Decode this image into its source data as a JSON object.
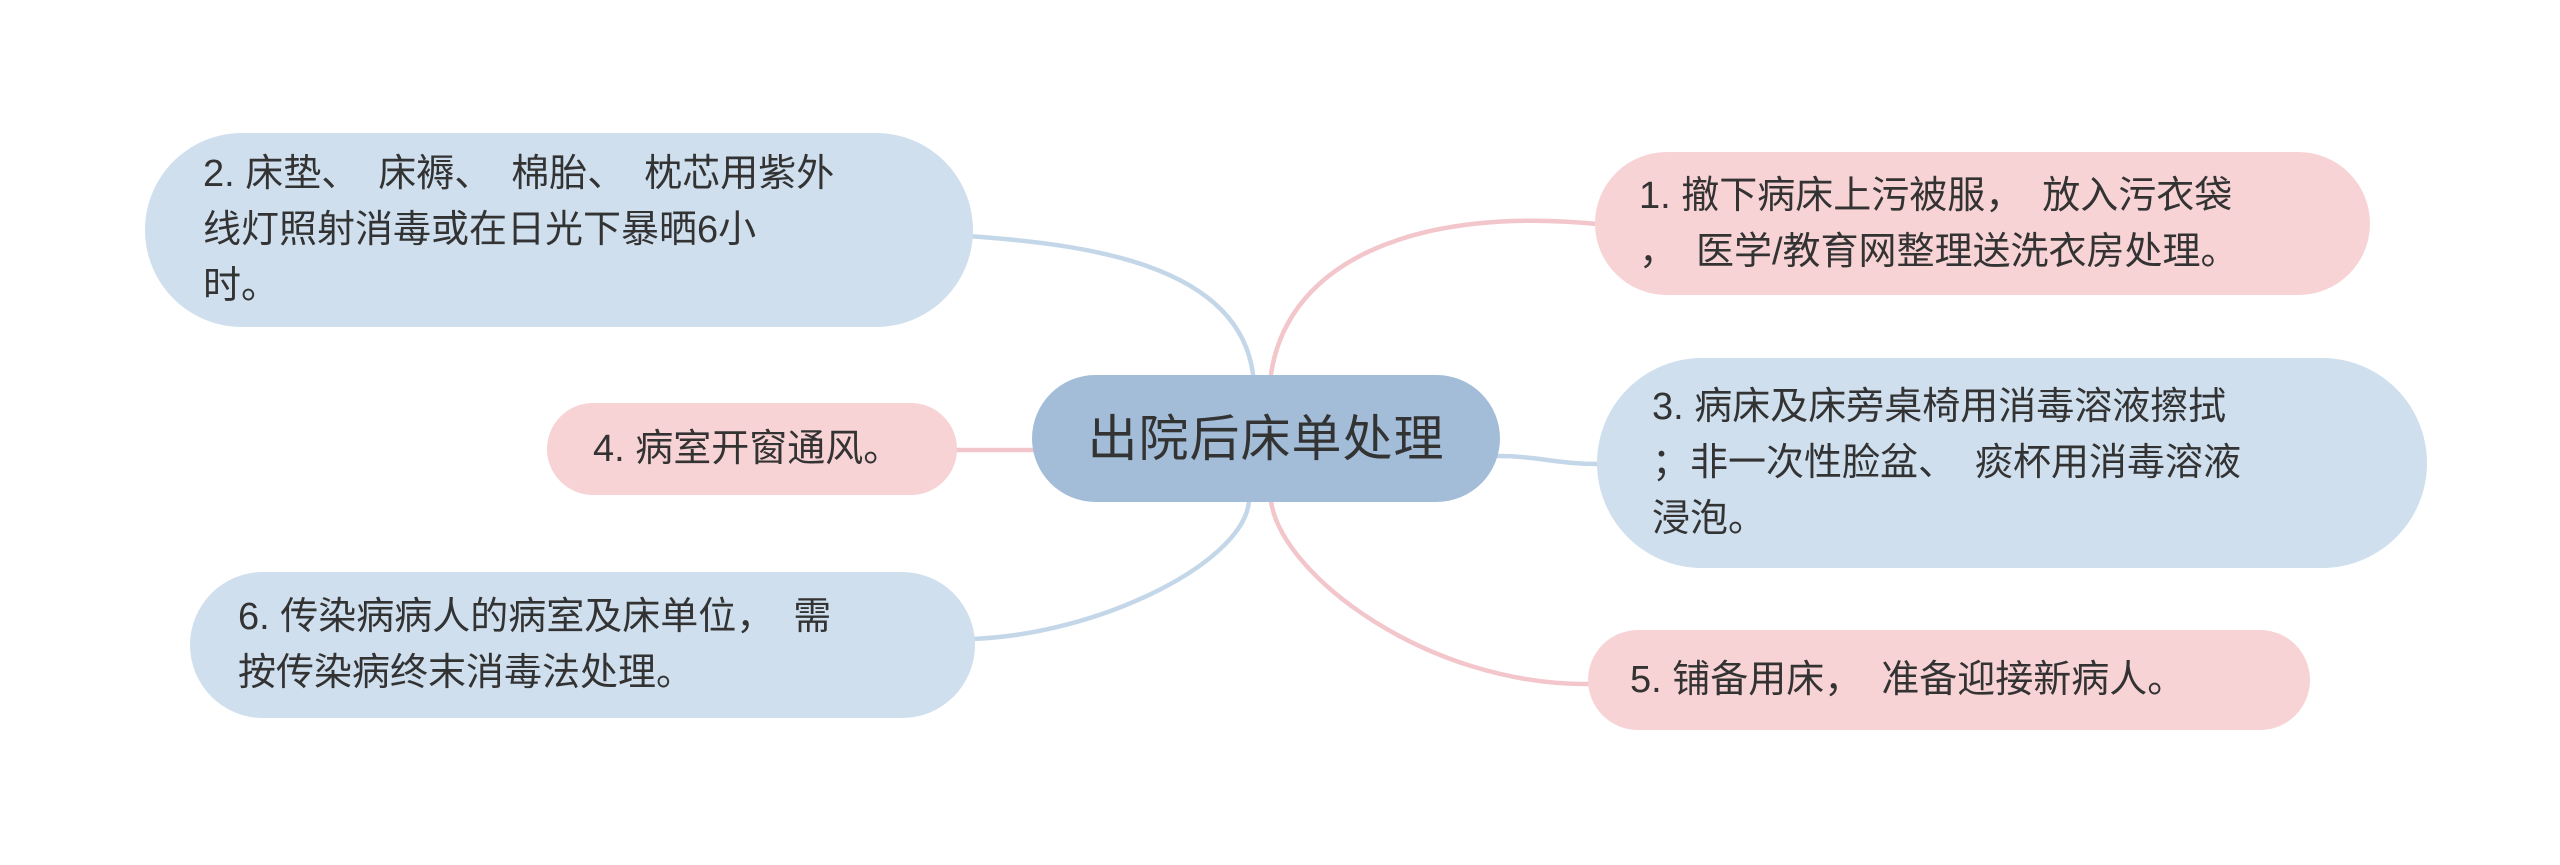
{
  "diagram": {
    "central_node": {
      "text": "出院后床单处理"
    },
    "branches": [
      {
        "index": "1",
        "theme": "pink",
        "position": "top-right",
        "text": "1. 撤下病床上污被服，放入污衣袋，医学/教育网整理送洗衣房处理。",
        "lines": [
          "1. 撤下病床上污被服，　放入污衣袋",
          "，　医学/教育网整理送洗衣房处理。"
        ]
      },
      {
        "index": "2",
        "theme": "blue",
        "position": "top-left",
        "text": "2. 床垫、床褥、棉胎、枕芯用紫外线灯照射消毒或在日光下暴晒6小时。",
        "lines": [
          "2. 床垫、　床褥、　棉胎、　枕芯用紫外",
          "线灯照射消毒或在日光下暴晒6小",
          "时。"
        ]
      },
      {
        "index": "3",
        "theme": "blue",
        "position": "middle-right",
        "text": "3. 病床及床旁桌椅用消毒溶液擦拭；非一次性脸盆、痰杯用消毒溶液浸泡。",
        "lines": [
          "3. 病床及床旁桌椅用消毒溶液擦拭",
          "；非一次性脸盆、　痰杯用消毒溶液",
          "浸泡。"
        ]
      },
      {
        "index": "4",
        "theme": "pink",
        "position": "middle-left",
        "text": "4. 病室开窗通风。",
        "lines": [
          "4. 病室开窗通风。"
        ]
      },
      {
        "index": "5",
        "theme": "pink",
        "position": "bottom-right",
        "text": "5. 铺备用床，准备迎接新病人。",
        "lines": [
          "5. 铺备用床，　准备迎接新病人。"
        ]
      },
      {
        "index": "6",
        "theme": "blue",
        "position": "bottom-left",
        "text": "6. 传染病病人的病室及床单位，需按传染病终末消毒法处理。",
        "lines": [
          "6. 传染病病人的病室及床单位，　需",
          "按传染病终末消毒法处理。"
        ]
      }
    ]
  },
  "colors": {
    "background": "#ffffff",
    "central_fill": "#a3bdd9",
    "branch_blue_fill": "#cfdfee",
    "branch_pink_fill": "#f8d3d5",
    "blue_line": "#c3d7e9",
    "pink_line": "#f2c6ca",
    "text": "#333333"
  }
}
